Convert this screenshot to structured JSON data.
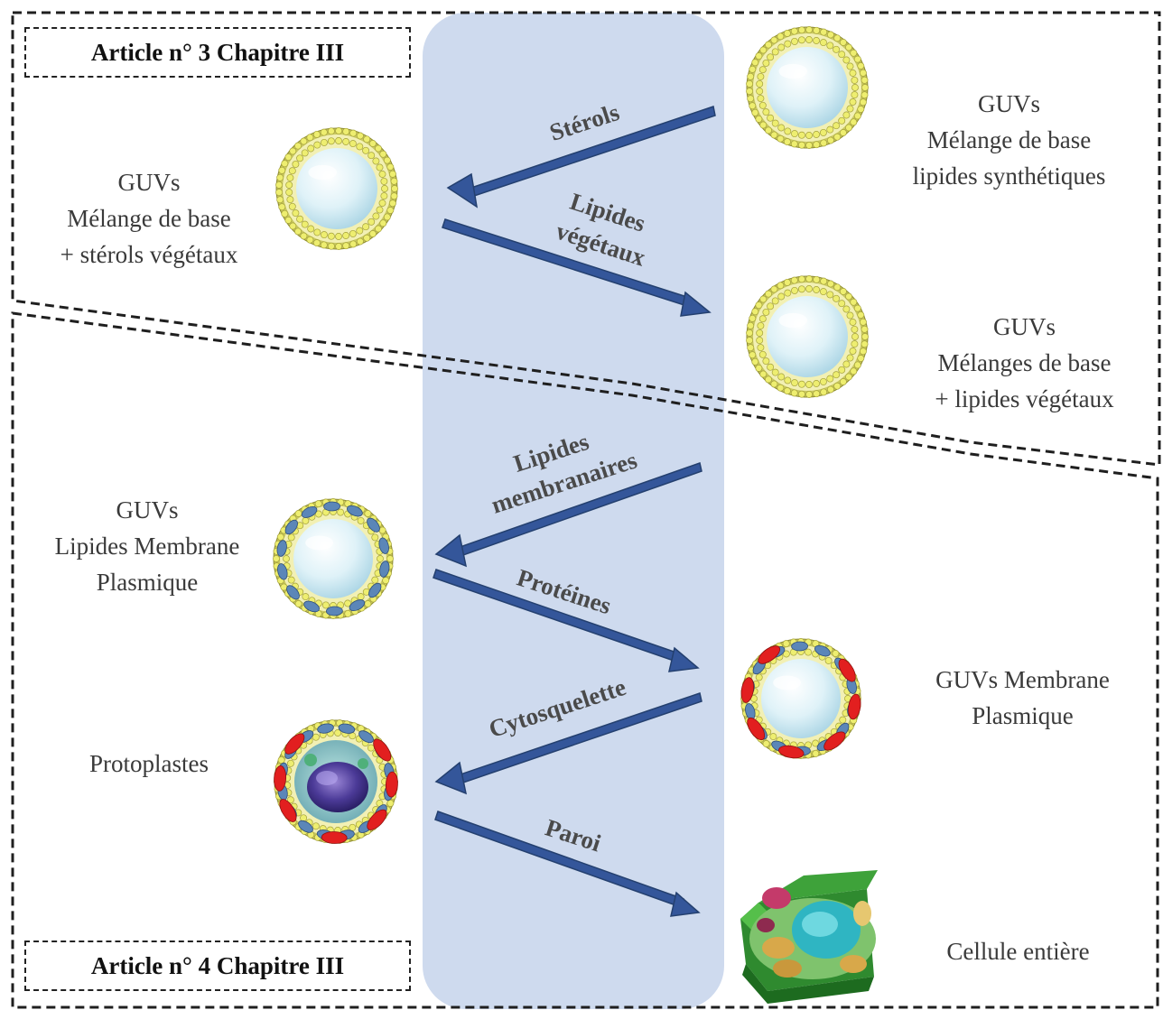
{
  "articles": {
    "top": "Article n° 3 Chapitre III",
    "bottom": "Article n° 4 Chapitre III"
  },
  "labels": {
    "guv_base": [
      "GUVs",
      "Mélange de base",
      "lipides synthétiques"
    ],
    "guv_sterols": [
      "GUVs",
      "Mélange de base",
      "+ stérols végétaux"
    ],
    "guv_lipides_vegetaux": [
      "GUVs",
      "Mélanges de base",
      "+ lipides végétaux"
    ],
    "guv_lipides_membrane": [
      "GUVs",
      "Lipides Membrane",
      "Plasmique"
    ],
    "guv_membrane": [
      "GUVs Membrane",
      "Plasmique"
    ],
    "protoplastes": [
      "Protoplastes"
    ],
    "cellule": [
      "Cellule entière"
    ]
  },
  "arrows": {
    "sterols": [
      "Stérols"
    ],
    "lipides_vegetaux": [
      "Lipides",
      "végétaux"
    ],
    "lipides_membranaires": [
      "Lipides",
      "membranaires"
    ],
    "proteines": [
      "Protéines"
    ],
    "cytosquelette": [
      "Cytosquelette"
    ],
    "paroi": [
      "Paroi"
    ]
  },
  "colors": {
    "center_band": "#c9d6ec",
    "arrow": "#34569a",
    "dash_border": "#222222",
    "lipid_head": "#eeee70",
    "protein_red": "#e21f1f",
    "protein_blue": "#5b86b8",
    "vesicle_core": "#dcf0f7"
  }
}
